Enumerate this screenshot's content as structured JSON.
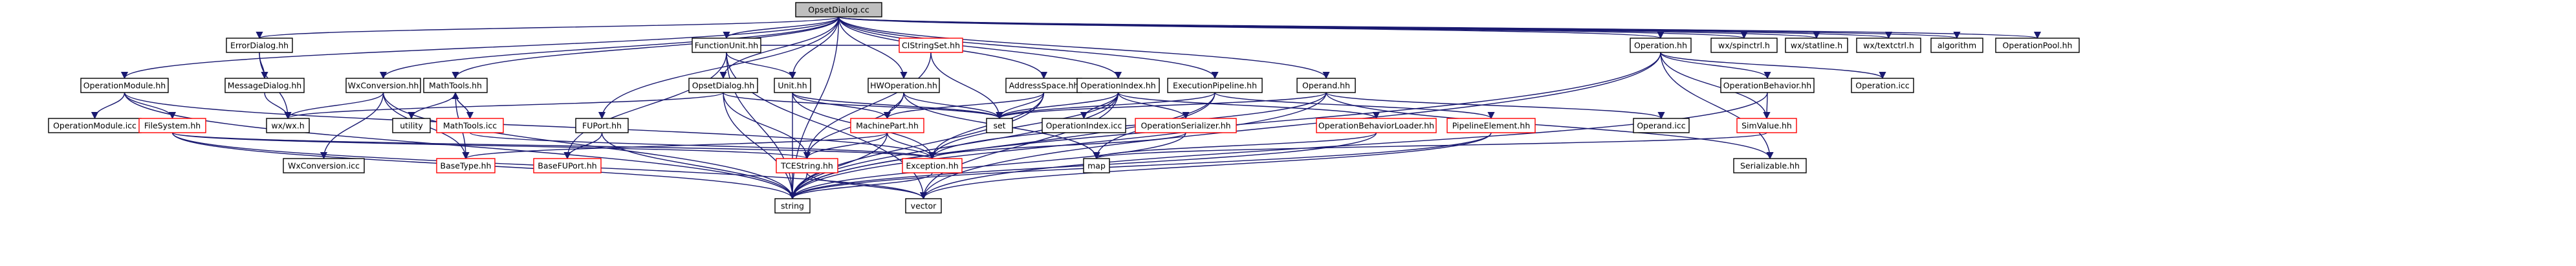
{
  "graph": {
    "title": "OpsetDialog.cc",
    "colors": {
      "edge": "#191970",
      "node_border": "#000000",
      "node_fill": "#ffffff",
      "root_fill": "#bfbfbf",
      "root_border": "#000000",
      "missing_border": "#ff0000",
      "text": "#000000"
    },
    "nodes": [
      {
        "id": "root",
        "label": "OpsetDialog.cc",
        "style": "root"
      },
      {
        "id": "errordialog",
        "label": "ErrorDialog.hh",
        "style": "normal"
      },
      {
        "id": "functionunit",
        "label": "FunctionUnit.hh",
        "style": "normal"
      },
      {
        "id": "operationmodule",
        "label": "OperationModule.hh",
        "style": "normal"
      },
      {
        "id": "wxconversion",
        "label": "WxConversion.hh",
        "style": "normal"
      },
      {
        "id": "mathtools",
        "label": "MathTools.hh",
        "style": "normal"
      },
      {
        "id": "opsetdialoghh",
        "label": "OpsetDialog.hh",
        "style": "normal"
      },
      {
        "id": "unit",
        "label": "Unit.hh",
        "style": "normal"
      },
      {
        "id": "hwoperation",
        "label": "HWOperation.hh",
        "style": "normal"
      },
      {
        "id": "cistringset",
        "label": "CIStringSet.hh",
        "style": "missing"
      },
      {
        "id": "addressspace",
        "label": "AddressSpace.hh",
        "style": "normal"
      },
      {
        "id": "operationindex",
        "label": "OperationIndex.hh",
        "style": "normal"
      },
      {
        "id": "executionpipeline",
        "label": "ExecutionPipeline.hh",
        "style": "normal"
      },
      {
        "id": "operand",
        "label": "Operand.hh",
        "style": "normal"
      },
      {
        "id": "operationhh",
        "label": "Operation.hh",
        "style": "normal"
      },
      {
        "id": "wxspinctrl",
        "label": "wx/spinctrl.h",
        "style": "normal"
      },
      {
        "id": "wxstatline",
        "label": "wx/statline.h",
        "style": "normal"
      },
      {
        "id": "wxtextctrl",
        "label": "wx/textctrl.h",
        "style": "normal"
      },
      {
        "id": "algorithm",
        "label": "algorithm",
        "style": "normal"
      },
      {
        "id": "operationpool",
        "label": "OperationPool.hh",
        "style": "normal"
      },
      {
        "id": "messagedialog",
        "label": "MessageDialog.hh",
        "style": "normal"
      },
      {
        "id": "operationmoduleicc",
        "label": "OperationModule.icc",
        "style": "normal"
      },
      {
        "id": "filesystem",
        "label": "FileSystem.hh",
        "style": "missing"
      },
      {
        "id": "wxwx",
        "label": "wx/wx.h",
        "style": "normal"
      },
      {
        "id": "utility",
        "label": "utility",
        "style": "normal"
      },
      {
        "id": "mathtoolsicc",
        "label": "MathTools.icc",
        "style": "missing"
      },
      {
        "id": "fuport",
        "label": "FUPort.hh",
        "style": "normal"
      },
      {
        "id": "wxconversionicc",
        "label": "WxConversion.icc",
        "style": "normal"
      },
      {
        "id": "basetype",
        "label": "BaseType.hh",
        "style": "missing"
      },
      {
        "id": "basefuport",
        "label": "BaseFUPort.hh",
        "style": "missing"
      },
      {
        "id": "machinepart",
        "label": "MachinePart.hh",
        "style": "missing"
      },
      {
        "id": "set",
        "label": "set",
        "style": "normal"
      },
      {
        "id": "operationindexicc",
        "label": "OperationIndex.icc",
        "style": "normal"
      },
      {
        "id": "operationserializer",
        "label": "OperationSerializer.hh",
        "style": "missing"
      },
      {
        "id": "operationbehaviorloader",
        "label": "OperationBehaviorLoader.hh",
        "style": "missing"
      },
      {
        "id": "pipelineelement",
        "label": "PipelineElement.hh",
        "style": "missing"
      },
      {
        "id": "operandicc",
        "label": "Operand.icc",
        "style": "normal"
      },
      {
        "id": "operationbehavior",
        "label": "OperationBehavior.hh",
        "style": "normal"
      },
      {
        "id": "operationicc",
        "label": "Operation.icc",
        "style": "normal"
      },
      {
        "id": "simvalue",
        "label": "SimValue.hh",
        "style": "missing"
      },
      {
        "id": "tcestring",
        "label": "TCEString.hh",
        "style": "missing"
      },
      {
        "id": "exception",
        "label": "Exception.hh",
        "style": "missing"
      },
      {
        "id": "map",
        "label": "map",
        "style": "normal"
      },
      {
        "id": "serializable",
        "label": "Serializable.hh",
        "style": "normal"
      },
      {
        "id": "string",
        "label": "string",
        "style": "normal"
      },
      {
        "id": "vector",
        "label": "vector",
        "style": "normal"
      }
    ],
    "edges": [
      [
        "root",
        "errordialog"
      ],
      [
        "root",
        "functionunit"
      ],
      [
        "root",
        "operationmodule"
      ],
      [
        "root",
        "wxconversion"
      ],
      [
        "root",
        "mathtools"
      ],
      [
        "root",
        "opsetdialoghh"
      ],
      [
        "root",
        "hwoperation"
      ],
      [
        "root",
        "addressspace"
      ],
      [
        "root",
        "operationindex"
      ],
      [
        "root",
        "executionpipeline"
      ],
      [
        "root",
        "operand"
      ],
      [
        "root",
        "operationhh"
      ],
      [
        "root",
        "wxspinctrl"
      ],
      [
        "root",
        "wxstatline"
      ],
      [
        "root",
        "wxtextctrl"
      ],
      [
        "root",
        "algorithm"
      ],
      [
        "root",
        "operationpool"
      ],
      [
        "root",
        "string"
      ],
      [
        "root",
        "fuport"
      ],
      [
        "root",
        "unit"
      ],
      [
        "errordialog",
        "messagedialog"
      ],
      [
        "errordialog",
        "wxwx"
      ],
      [
        "messagedialog",
        "wxwx"
      ],
      [
        "functionunit",
        "unit"
      ],
      [
        "functionunit",
        "cistringset"
      ],
      [
        "functionunit",
        "basefuport"
      ],
      [
        "functionunit",
        "string"
      ],
      [
        "functionunit",
        "vector"
      ],
      [
        "operationmodule",
        "operationmoduleicc"
      ],
      [
        "operationmodule",
        "filesystem"
      ],
      [
        "operationmodule",
        "string"
      ],
      [
        "operationmodule",
        "exception"
      ],
      [
        "wxconversion",
        "wxwx"
      ],
      [
        "wxconversion",
        "wxconversionicc"
      ],
      [
        "wxconversion",
        "basetype"
      ],
      [
        "wxconversion",
        "string"
      ],
      [
        "mathtools",
        "mathtoolsicc"
      ],
      [
        "mathtools",
        "utility"
      ],
      [
        "mathtools",
        "basetype"
      ],
      [
        "mathtoolsicc",
        "mathtools"
      ],
      [
        "mathtoolsicc",
        "exception"
      ],
      [
        "filesystem",
        "string"
      ],
      [
        "filesystem",
        "vector"
      ],
      [
        "filesystem",
        "exception"
      ],
      [
        "filesystem",
        "tcestring"
      ],
      [
        "opsetdialoghh",
        "wxwx"
      ],
      [
        "opsetdialoghh",
        "set"
      ],
      [
        "opsetdialoghh",
        "tcestring"
      ],
      [
        "opsetdialoghh",
        "string"
      ],
      [
        "fuport",
        "basefuport"
      ],
      [
        "fuport",
        "string"
      ],
      [
        "unit",
        "machinepart"
      ],
      [
        "unit",
        "string"
      ],
      [
        "unit",
        "set"
      ],
      [
        "unit",
        "exception"
      ],
      [
        "hwoperation",
        "machinepart"
      ],
      [
        "hwoperation",
        "tcestring"
      ],
      [
        "hwoperation",
        "map"
      ],
      [
        "hwoperation",
        "set"
      ],
      [
        "cistringset",
        "set"
      ],
      [
        "cistringset",
        "tcestring"
      ],
      [
        "addressspace",
        "machinepart"
      ],
      [
        "addressspace",
        "set"
      ],
      [
        "addressspace",
        "string"
      ],
      [
        "addressspace",
        "exception"
      ],
      [
        "machinepart",
        "basetype"
      ],
      [
        "machinepart",
        "exception"
      ],
      [
        "machinepart",
        "string"
      ],
      [
        "machinepart",
        "tcestring"
      ],
      [
        "operationindex",
        "set"
      ],
      [
        "operationindex",
        "operationindexicc"
      ],
      [
        "operationindex",
        "operationserializer"
      ],
      [
        "operationindex",
        "exception"
      ],
      [
        "operationindex",
        "string"
      ],
      [
        "operationindex",
        "vector"
      ],
      [
        "operationindex",
        "operationbehaviorloader"
      ],
      [
        "operationserializer",
        "exception"
      ],
      [
        "operationserializer",
        "string"
      ],
      [
        "executionpipeline",
        "set"
      ],
      [
        "executionpipeline",
        "pipelineelement"
      ],
      [
        "executionpipeline",
        "map"
      ],
      [
        "executionpipeline",
        "string"
      ],
      [
        "operand",
        "set"
      ],
      [
        "operand",
        "operandicc"
      ],
      [
        "operand",
        "serializable"
      ],
      [
        "operand",
        "string"
      ],
      [
        "operand",
        "exception"
      ],
      [
        "operationbehaviorloader",
        "map"
      ],
      [
        "operationbehaviorloader",
        "string"
      ],
      [
        "pipelineelement",
        "string"
      ],
      [
        "pipelineelement",
        "vector"
      ],
      [
        "operationhh",
        "operationbehavior"
      ],
      [
        "operationhh",
        "operationicc"
      ],
      [
        "operationhh",
        "simvalue"
      ],
      [
        "operationhh",
        "serializable"
      ],
      [
        "operationhh",
        "vector"
      ],
      [
        "operationhh",
        "string"
      ],
      [
        "operationbehavior",
        "simvalue"
      ],
      [
        "operationbehavior",
        "vector"
      ],
      [
        "simvalue",
        "map"
      ],
      [
        "tcestring",
        "string"
      ],
      [
        "tcestring",
        "vector"
      ],
      [
        "exception",
        "string"
      ]
    ]
  }
}
